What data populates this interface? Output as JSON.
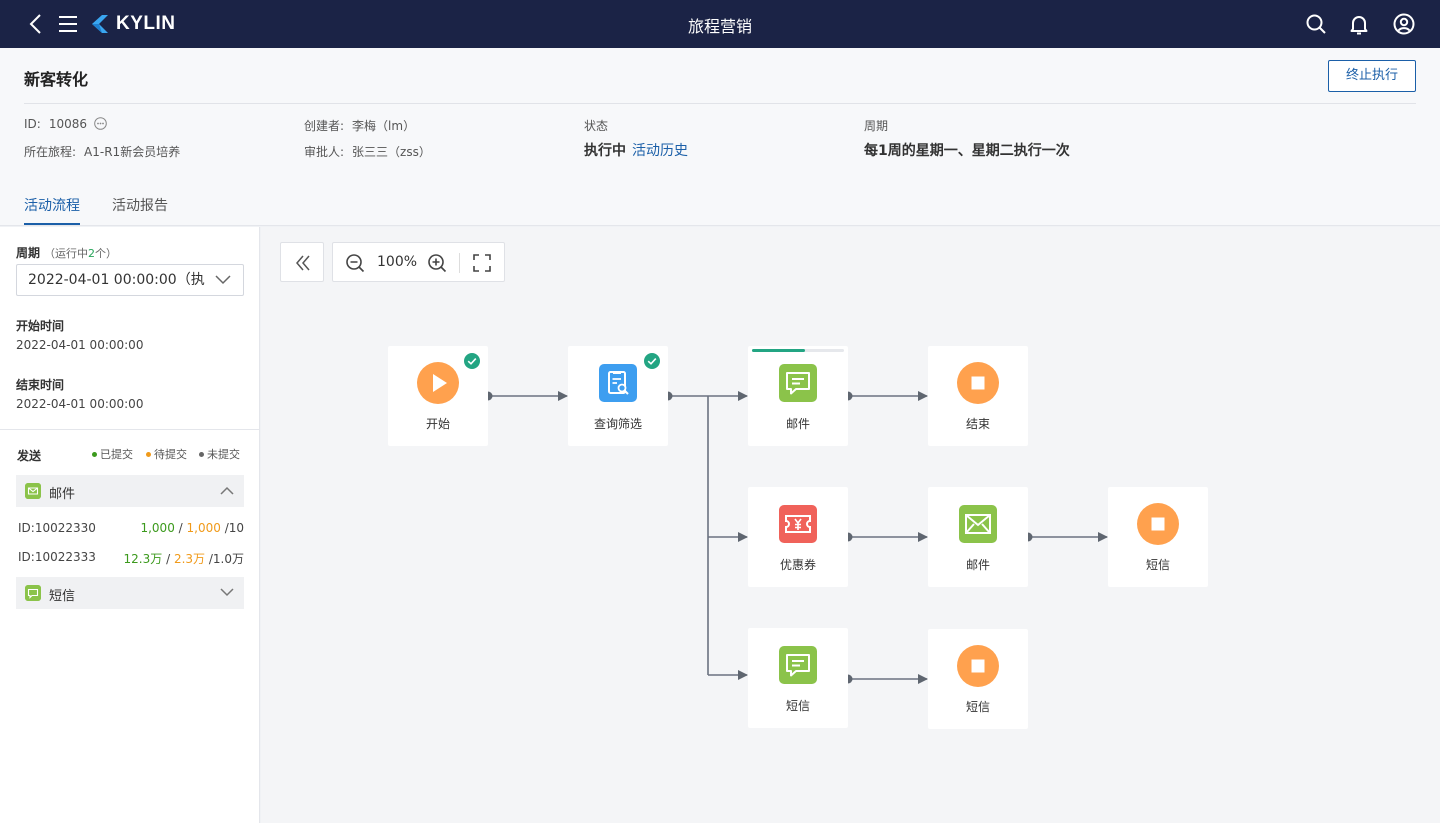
{
  "topbar": {
    "logo": "KYLIN",
    "title": "旅程营销"
  },
  "header": {
    "title": "新客转化",
    "stop_label": "终止执行",
    "id_label": "ID:",
    "id_value": "10086",
    "journey_label": "所在旅程:",
    "journey_value": "A1-R1新会员培养",
    "creator_label": "创建者:",
    "creator_value": "李梅（lm）",
    "approver_label": "审批人:",
    "approver_value": "张三三（zss）",
    "status_label": "状态",
    "status_value": "执行中",
    "history_link": "活动历史",
    "cycle_label": "周期",
    "cycle_value": "每1周的星期一、星期二执行一次",
    "tabs": [
      "活动流程",
      "活动报告"
    ]
  },
  "sidebar": {
    "cycle_label": "周期",
    "running_prefix": "（运行中",
    "running_count": "2",
    "running_suffix": "个）",
    "select_value": "2022-04-01 00:00:00（执",
    "start_label": "开始时间",
    "start_value": "2022-04-01 00:00:00",
    "end_label": "结束时间",
    "end_value": "2022-04-01 00:00:00",
    "send_label": "发送",
    "legend": [
      {
        "label": "已提交",
        "color": "#3c9a1d"
      },
      {
        "label": "待提交",
        "color": "#f09a1a"
      },
      {
        "label": "未提交",
        "color": "#666666"
      }
    ],
    "groups": [
      {
        "label": "邮件",
        "expanded": true,
        "rows": [
          {
            "id": "ID:10022330",
            "submitted": "1,000",
            "pending": "1,000",
            "total": "/10"
          },
          {
            "id": "ID:10022333",
            "submitted": "12.3万",
            "pending": "2.3万",
            "total": "/1.0万"
          }
        ]
      },
      {
        "label": "短信",
        "expanded": false
      }
    ]
  },
  "canvas": {
    "zoom": "100%",
    "nodes": [
      {
        "label": "开始",
        "icon": "play-icon",
        "color": "#ffa14e",
        "checked": true
      },
      {
        "label": "查询筛选",
        "icon": "query-filter-icon",
        "color": "#3d9ef0",
        "checked": true
      },
      {
        "label": "邮件",
        "icon": "message-icon",
        "color": "#8bc34a",
        "progress": 0.58
      },
      {
        "label": "结束",
        "icon": "stop-icon",
        "color": "#ffa14e"
      },
      {
        "label": "优惠券",
        "icon": "coupon-icon",
        "color": "#f0625a"
      },
      {
        "label": "邮件",
        "icon": "mail-icon",
        "color": "#8bc34a"
      },
      {
        "label": "短信",
        "icon": "stop-icon",
        "color": "#ffa14e"
      },
      {
        "label": "短信",
        "icon": "message-icon",
        "color": "#8bc34a"
      },
      {
        "label": "短信",
        "icon": "stop-icon",
        "color": "#ffa14e"
      }
    ]
  }
}
